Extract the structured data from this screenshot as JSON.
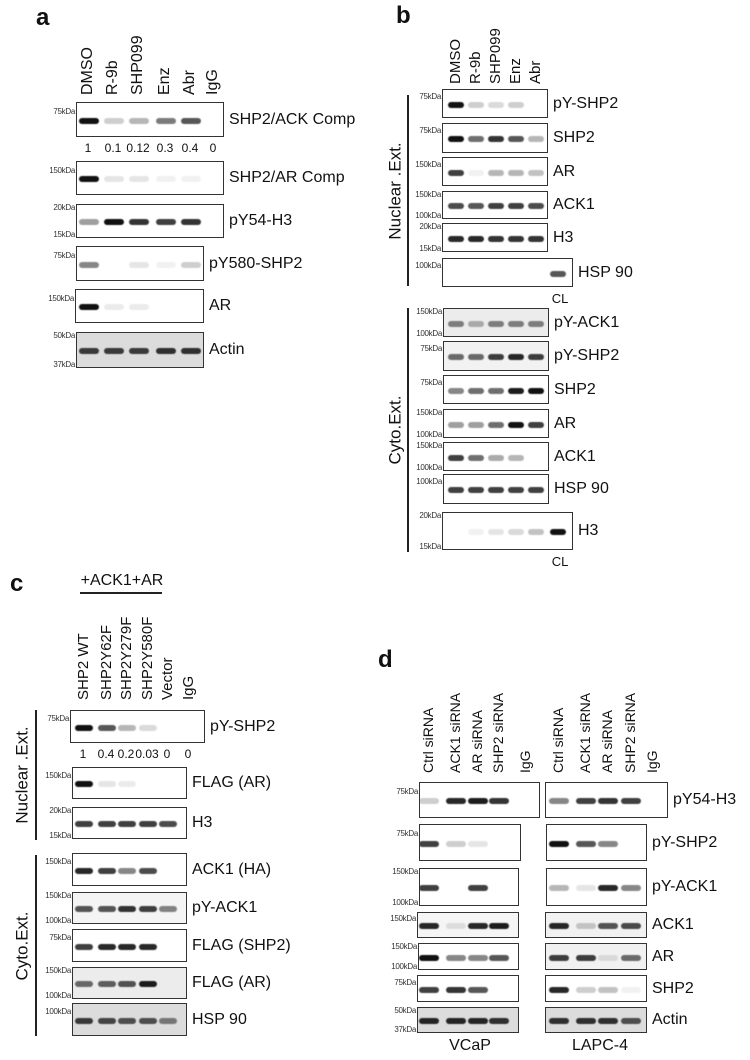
{
  "panels": [
    {
      "letter": "a",
      "lanes": [
        "DMSO",
        "R-9b",
        "SHP099",
        "Enz",
        "Abr",
        "IgG"
      ],
      "blots": [
        {
          "label": "SHP2/ACK Comp",
          "markers": [
            "75kDa"
          ],
          "bands": [
            1,
            0.2,
            0.3,
            0.55,
            0.7,
            0
          ],
          "quant": [
            "1",
            "0.1",
            "0.12",
            "0.3",
            "0.4",
            "0"
          ]
        },
        {
          "label": "SHP2/AR Comp",
          "markers": [
            "150kDa"
          ],
          "bands": [
            1,
            0.1,
            0.1,
            0.05,
            0.05,
            0
          ]
        },
        {
          "label": "pY54-H3",
          "markers": [
            "20kDa",
            "15kDa"
          ],
          "bands": [
            0.4,
            1,
            0.85,
            0.8,
            0.85,
            0
          ]
        },
        {
          "label": "pY580-SHP2",
          "markers": [
            "75kDa"
          ],
          "bands": [
            0.5,
            0,
            0.1,
            0.05,
            0.2
          ]
        },
        {
          "label": "AR",
          "markers": [
            "150kDa"
          ],
          "bands": [
            1,
            0.08,
            0.08,
            0,
            0
          ]
        },
        {
          "label": "Actin",
          "markers": [
            "50kDa",
            "37kDa"
          ],
          "bands": [
            0.8,
            0.8,
            0.8,
            0.85,
            0.85
          ]
        }
      ]
    },
    {
      "letter": "b",
      "lanes": [
        "DMSO",
        "R-9b",
        "SHP099",
        "Enz",
        "Abr"
      ],
      "groups": [
        {
          "label": "Nuclear .Ext.",
          "blots": [
            {
              "label": "pY-SHP2",
              "markers": [
                "75kDa"
              ],
              "bands": [
                1,
                0.2,
                0.15,
                0.2,
                0
              ]
            },
            {
              "label": "SHP2",
              "markers": [
                "75kDa"
              ],
              "bands": [
                1,
                0.6,
                0.85,
                0.7,
                0.3
              ]
            },
            {
              "label": "AR",
              "markers": [
                "150kDa"
              ],
              "bands": [
                0.8,
                0.05,
                0.3,
                0.3,
                0.25
              ]
            },
            {
              "label": "ACK1",
              "markers": [
                "150kDa",
                "100kDa"
              ],
              "bands": [
                0.75,
                0.7,
                0.8,
                0.8,
                0.75
              ]
            },
            {
              "label": "H3",
              "markers": [
                "20kDa",
                "15kDa"
              ],
              "bands": [
                0.9,
                0.9,
                0.85,
                0.85,
                0.85
              ]
            },
            {
              "label": "HSP 90",
              "markers": [
                "100kDa"
              ],
              "bands": [
                0,
                0,
                0,
                0,
                0,
                0.7
              ],
              "extra_lane": "CL"
            }
          ]
        },
        {
          "label": "Cyto.Ext.",
          "blots": [
            {
              "label": "pY-ACK1",
              "markers": [
                "150kDa",
                "100kDa"
              ],
              "bands": [
                0.5,
                0.3,
                0.5,
                0.5,
                0.5
              ]
            },
            {
              "label": "pY-SHP2",
              "markers": [
                "75kDa"
              ],
              "bands": [
                0.6,
                0.6,
                0.8,
                0.9,
                0.8
              ]
            },
            {
              "label": "SHP2",
              "markers": [
                "75kDa"
              ],
              "bands": [
                0.5,
                0.6,
                0.6,
                0.95,
                1
              ]
            },
            {
              "label": "AR",
              "markers": [
                "150kDa",
                "100kDa"
              ],
              "bands": [
                0.4,
                0.4,
                0.6,
                1,
                0.8
              ]
            },
            {
              "label": "ACK1",
              "markers": [
                "150kDa",
                "100kDa"
              ],
              "bands": [
                0.8,
                0.6,
                0.35,
                0.3,
                0
              ]
            },
            {
              "label": "HSP 90",
              "markers": [
                "100kDa"
              ],
              "bands": [
                0.8,
                0.8,
                0.8,
                0.8,
                0.8
              ]
            },
            {
              "label": "H3",
              "markers": [
                "20kDa",
                "15kDa"
              ],
              "bands": [
                0,
                0.05,
                0.1,
                0.15,
                0.25,
                1
              ],
              "extra_lane": "CL"
            }
          ]
        }
      ]
    },
    {
      "letter": "c",
      "header": "+ACK1+AR",
      "lanes": [
        "SHP2 WT",
        "SHP2Y62F",
        "SHP2Y279F",
        "SHP2Y580F",
        "Vector",
        "IgG"
      ],
      "groups": [
        {
          "label": "Nuclear .Ext.",
          "blots": [
            {
              "label": "pY-SHP2",
              "markers": [
                "75kDa"
              ],
              "bands": [
                1,
                0.7,
                0.3,
                0.15,
                0,
                0
              ],
              "quant": [
                "1",
                "0.4",
                "0.2",
                "0.03",
                "0",
                "0"
              ]
            },
            {
              "label": "FLAG (AR)",
              "markers": [
                "150kDa"
              ],
              "bands": [
                1,
                0.1,
                0.08,
                0,
                0
              ]
            },
            {
              "label": "H3",
              "markers": [
                "20kDa",
                "15kDa"
              ],
              "bands": [
                0.8,
                0.8,
                0.8,
                0.8,
                0.75
              ]
            }
          ]
        },
        {
          "label": "Cyto.Ext.",
          "blots": [
            {
              "label": "ACK1 (HA)",
              "markers": [
                "150kDa"
              ],
              "bands": [
                0.9,
                0.8,
                0.5,
                0.75,
                0
              ]
            },
            {
              "label": "pY-ACK1",
              "markers": [
                "150kDa",
                "100kDa"
              ],
              "bands": [
                0.7,
                0.7,
                0.85,
                0.8,
                0.5
              ]
            },
            {
              "label": "FLAG (SHP2)",
              "markers": [
                "75kDa"
              ],
              "bands": [
                0.8,
                0.9,
                0.9,
                0.9,
                0
              ]
            },
            {
              "label": "FLAG (AR)",
              "markers": [
                "150kDa",
                "100kDa"
              ],
              "bands": [
                0.6,
                0.65,
                0.7,
                0.95,
                0
              ]
            },
            {
              "label": "HSP 90",
              "markers": [
                "100kDa"
              ],
              "bands": [
                0.8,
                0.75,
                0.7,
                0.7,
                0.5
              ]
            }
          ]
        }
      ]
    },
    {
      "letter": "d",
      "cell_lines": [
        {
          "label": "VCaP",
          "lanes": [
            "Ctrl siRNA",
            "ACK1 siRNA",
            "AR siRNA",
            "SHP2 siRNA",
            "IgG"
          ]
        },
        {
          "label": "LAPC-4",
          "lanes": [
            "Ctrl siRNA",
            "ACK1 siRNA",
            "AR siRNA",
            "SHP2 siRNA",
            "IgG"
          ]
        }
      ],
      "blots": [
        {
          "label": "pY54-H3",
          "markers": [
            "75kDa"
          ],
          "bands": [
            [
              0.2,
              0.9,
              0.95,
              0.85,
              0
            ],
            [
              0.5,
              0.8,
              0.85,
              0.8,
              0
            ]
          ]
        },
        {
          "label": "pY-SHP2",
          "markers": [
            "75kDa"
          ],
          "bands": [
            [
              0.8,
              0.2,
              0.1,
              0,
              0
            ],
            [
              1,
              0.7,
              0.5,
              0,
              0
            ]
          ]
        },
        {
          "label": "pY-ACK1",
          "markers": [
            "150kDa",
            "100kDa"
          ],
          "bands": [
            [
              0.8,
              0,
              0.8,
              0,
              0
            ],
            [
              0.3,
              0.1,
              0.9,
              0.5,
              0
            ]
          ]
        },
        {
          "label": "ACK1",
          "markers": [
            "150kDa"
          ],
          "bands": [
            [
              0.9,
              0.1,
              0.9,
              0.95,
              0
            ],
            [
              0.9,
              0.2,
              0.7,
              0.75,
              0
            ]
          ]
        },
        {
          "label": "AR",
          "markers": [
            "150kDa",
            "100kDa"
          ],
          "bands": [
            [
              1,
              0.5,
              0.5,
              0.7,
              0
            ],
            [
              0.8,
              0.8,
              0.1,
              0.6,
              0
            ]
          ]
        },
        {
          "label": "SHP2",
          "markers": [
            "75kDa"
          ],
          "bands": [
            [
              0.8,
              0.85,
              0.7,
              0,
              0
            ],
            [
              0.9,
              0.2,
              0.25,
              0.05,
              0
            ]
          ]
        },
        {
          "label": "Actin",
          "markers": [
            "50kDa",
            "37kDa"
          ],
          "bands": [
            [
              0.9,
              0.9,
              0.9,
              0.85,
              0
            ],
            [
              0.85,
              0.85,
              0.85,
              0.7,
              0
            ]
          ]
        }
      ]
    }
  ]
}
